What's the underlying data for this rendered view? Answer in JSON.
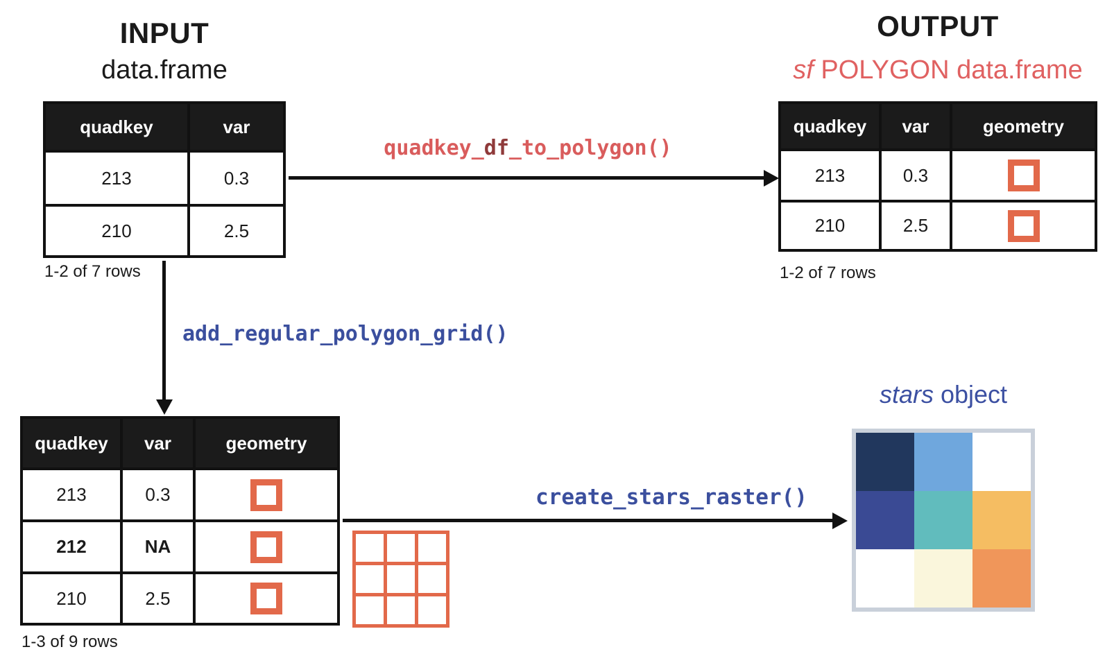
{
  "input": {
    "title": "INPUT",
    "subtitle": "data.frame",
    "table": {
      "headers": [
        "quadkey",
        "var"
      ],
      "rows": [
        [
          "213",
          "0.3"
        ],
        [
          "210",
          "2.5"
        ]
      ],
      "caption": "1-2 of 7 rows"
    }
  },
  "output": {
    "title": "OUTPUT",
    "subtitle_italic": "sf",
    "subtitle_rest": " POLYGON data.frame",
    "table": {
      "headers": [
        "quadkey",
        "var",
        "geometry"
      ],
      "rows": [
        [
          "213",
          "0.3"
        ],
        [
          "210",
          "2.5"
        ]
      ],
      "geometry_icon": "polygon-square-icon",
      "caption": "1-2 of 7 rows"
    }
  },
  "grid_table": {
    "headers": [
      "quadkey",
      "var",
      "geometry"
    ],
    "rows": [
      [
        "213",
        "0.3"
      ],
      [
        "212",
        "NA"
      ],
      [
        "210",
        "2.5"
      ]
    ],
    "bold_row": "212 / NA",
    "geometry_icon": "polygon-square-icon",
    "caption": "1-3 of 9 rows"
  },
  "functions": {
    "to_polygon_pre": "quadkey_",
    "to_polygon_mid": "df",
    "to_polygon_post": "_to_polygon()",
    "add_grid": "add_regular_polygon_grid()",
    "create_raster": "create_stars_raster()"
  },
  "stars": {
    "label_italic": "stars",
    "label_rest": " object",
    "cells": [
      "#21375d",
      "#6fa7dd",
      "#ffffff",
      "#3a4a94",
      "#61bcbd",
      "#f5bd62",
      "#ffffff",
      "#faf6dc",
      "#f0965a"
    ]
  },
  "colors": {
    "heading_coral": "#e06161",
    "fn_coral": "#d95c5c",
    "fn_maroon": "#8f3a3a",
    "fn_blue": "#3b4f9e",
    "stars_blue": "#3c50a2",
    "geometry_orange": "#e2694a",
    "table_header_bg": "#1b1b1b",
    "raster_frame_gray": "#c9d0da",
    "arrow_black": "#111111"
  }
}
